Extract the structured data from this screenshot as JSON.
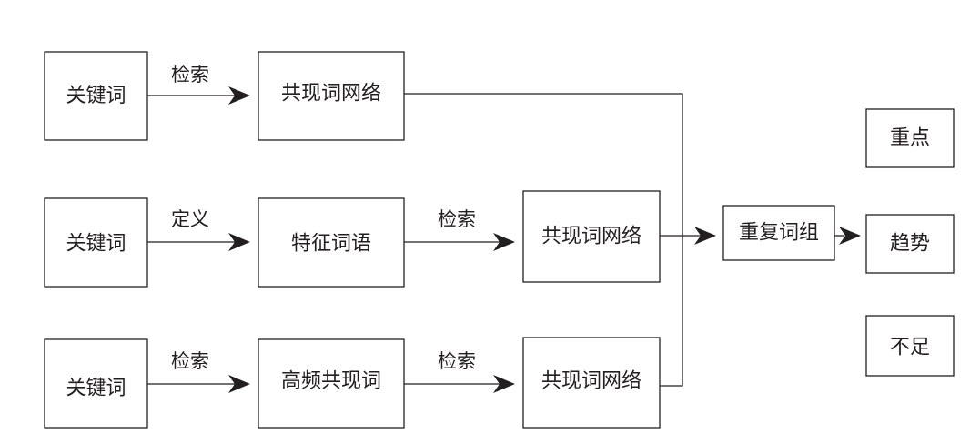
{
  "nodes": {
    "kw1": "关键词",
    "net1": "共现词网络",
    "kw2": "关键词",
    "feat": "特征词语",
    "net2": "共现词网络",
    "kw3": "关键词",
    "hf": "高频共现词",
    "net3": "共现词网络",
    "rep": "重复词组",
    "key": "重点",
    "trend": "趋势",
    "gap": "不足"
  },
  "edges": {
    "e1": "检索",
    "e2": "定义",
    "e3": "检索",
    "e4": "检索",
    "e5": "检索"
  },
  "colors": {
    "stroke": "#231f20",
    "fill": "#ffffff"
  }
}
